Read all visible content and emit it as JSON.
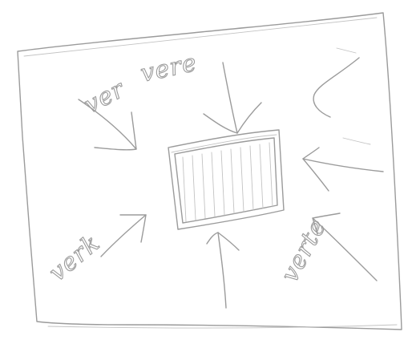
{
  "colors": {
    "paper": "#ffffff",
    "pencil": "#9b9b9b",
    "pencil_light": "#c3c3c3"
  },
  "labels": {
    "top_left": "ver",
    "top_center": "vere",
    "bottom_left": "verk",
    "bottom_right": "verte"
  },
  "icons": {
    "arrow": "hand-drawn-arrow-icon",
    "box": "hatched-box-icon"
  }
}
